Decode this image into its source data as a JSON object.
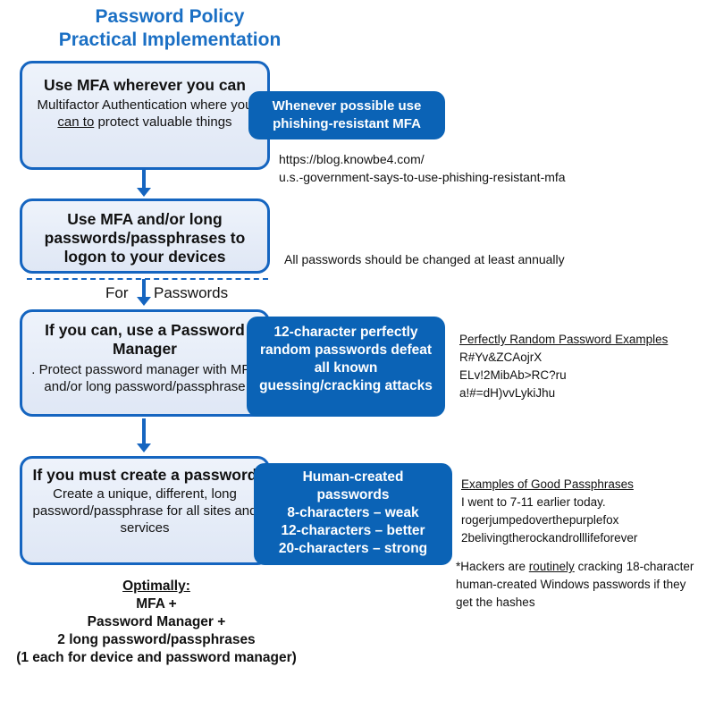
{
  "title": {
    "line1": "Password Policy",
    "line2": "Practical Implementation"
  },
  "box1": {
    "head": "Use MFA wherever you can",
    "body_pre": "Multifactor Authentication where you ",
    "body_u": "can to",
    "body_post": " protect valuable things"
  },
  "callout1": "Whenever possible use phishing-resistant MFA",
  "link1": {
    "line1": "https://blog.knowbe4.com/",
    "line2": "u.s.-government-says-to-use-phishing-resistant-mfa"
  },
  "box2": {
    "head": "Use MFA and/or long passwords/passphrases to logon to your devices"
  },
  "note_annual": "All passwords should be changed at least annually",
  "for_label": "For",
  "passwords_label": "Passwords",
  "box3": {
    "head": "If you can, use a Password Manager",
    "body": ". Protect password manager with MFA and/or long password/passphrase"
  },
  "callout3": "12-character perfectly random passwords defeat all known guessing/cracking attacks",
  "random_examples": {
    "heading": "Perfectly Random Password Examples",
    "items": [
      "R#Yv&ZCAojrX",
      "ELv!2MibAb>RC?ru",
      "a!#=dH)vvLykiJhu"
    ]
  },
  "box4": {
    "head": "If you must create a password",
    "body": "Create a unique, different, long password/passphrase for all sites and services"
  },
  "callout4": {
    "line1": "Human-created",
    "line2": "passwords",
    "line3": "8-characters – weak",
    "line4": "12-characters – better",
    "line5": "20-characters –  strong"
  },
  "passphrase_examples": {
    "heading": "Examples of Good Passphrases",
    "items": [
      "I went to 7-11 earlier today.",
      "rogerjumpedoverthepurplefox",
      "2belivingtherockandrolllifeforever"
    ]
  },
  "hackers_note": {
    "pre": "*Hackers are ",
    "u": "routinely",
    "post": " cracking 18-character human-created Windows passwords if they get the hashes"
  },
  "optimally": {
    "heading": "Optimally:",
    "line1": "MFA +",
    "line2": "Password Manager  +",
    "line3": "2 long password/passphrases",
    "line4": "(1 each for device and password manager)"
  },
  "colors": {
    "accent": "#1565c0",
    "callout_bg": "#0b63b6",
    "title": "#1a6fc4"
  }
}
